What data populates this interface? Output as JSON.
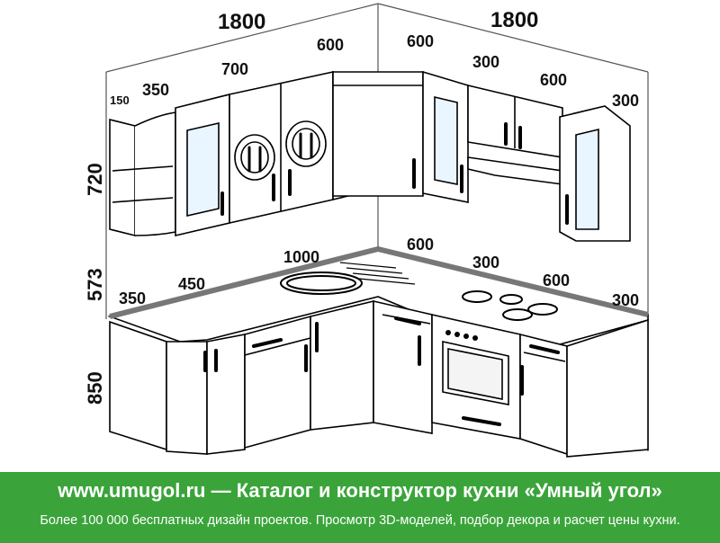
{
  "dimensions": {
    "upper_left_total": "1800",
    "upper_right_total": "1800",
    "upper_left_open_shelf": "150",
    "upper_left_glass": "350",
    "upper_left_double": "700",
    "upper_left_corner": "600",
    "upper_right_corner": "600",
    "upper_right_glass": "300",
    "upper_right_hood": "600",
    "upper_right_end": "300",
    "upper_height": "720",
    "gap_height": "573",
    "base_height": "850",
    "base_left_end": "350",
    "base_left_drawer": "450",
    "base_left_sink": "1000",
    "base_right_corner": "600",
    "base_right_narrow": "300",
    "base_right_oven": "600",
    "base_right_end": "300"
  },
  "banner": {
    "title": "www.umugol.ru — Каталог и конструктор кухни «Умный угол»",
    "subtitle": "Более 100 000 бесплатных дизайн проектов. Просмотр 3D-моделей, подбор декора и расчет цены кухни.",
    "background": "#3aa43a",
    "text_color": "#ffffff"
  }
}
